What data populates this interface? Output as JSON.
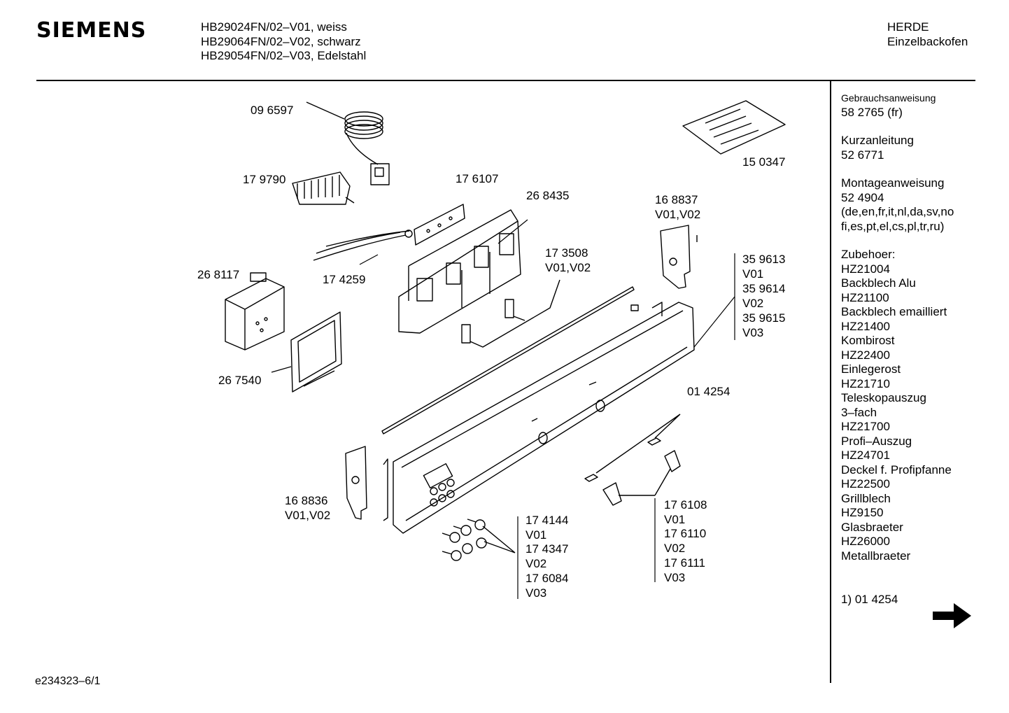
{
  "header": {
    "brand": "SIEMENS",
    "models": [
      "HB29024FN/02–V01, weiss",
      "HB29064FN/02–V02, schwarz",
      "HB29054FN/02–V03, Edelstahl"
    ],
    "category": [
      "HERDE",
      "Einzelbackofen"
    ]
  },
  "sidebar": {
    "manual_label": "Gebrauchsanweisung",
    "manual_number": "58 2765 (fr)",
    "short_label": "Kurzanleitung",
    "short_number": "52 6771",
    "mount_label": "Montageanweisung",
    "mount_number": "52 4904",
    "mount_langs_1": "(de,en,fr,it,nl,da,sv,no",
    "mount_langs_2": "fi,es,pt,el,cs,pl,tr,ru)",
    "accessories_label": "Zubehoer:",
    "accessories": [
      {
        "code": "HZ21004",
        "name": "Backblech Alu"
      },
      {
        "code": "HZ21100",
        "name": "Backblech emailliert"
      },
      {
        "code": "HZ21400",
        "name": "Kombirost"
      },
      {
        "code": "HZ22400",
        "name": "Einlegerost"
      },
      {
        "code": "HZ21710",
        "name": "Teleskopauszug"
      },
      {
        "code": "3–fach",
        "name": ""
      },
      {
        "code": "HZ21700",
        "name": "Profi–Auszug"
      },
      {
        "code": "HZ24701",
        "name": "Deckel f. Profipfanne"
      },
      {
        "code": "HZ22500",
        "name": "Grillblech"
      },
      {
        "code": "HZ9150",
        "name": "Glasbraeter"
      },
      {
        "code": "HZ26000",
        "name": "Metallbraeter"
      }
    ],
    "footnote": "1) 01 4254"
  },
  "parts": {
    "p096597": "09 6597",
    "p179790": "17 9790",
    "p176107": "17 6107",
    "p268435": "26 8435",
    "p150347": "15 0347",
    "p168837": "16 8837",
    "p168837_v": "V01,V02",
    "p173508": "17 3508",
    "p173508_v": "V01,V02",
    "p174259": "17 4259",
    "p268117": "26 8117",
    "p359613": "35 9613",
    "v01a": "V01",
    "p359614": "35 9614",
    "v02a": "V02",
    "p359615": "35 9615",
    "v03a": "V03",
    "p267540": "26 7540",
    "p014254": "01 4254",
    "p168836": "16 8836",
    "p168836_v": "V01,V02",
    "p176108": "17 6108",
    "v01b": "V01",
    "p176110": "17 6110",
    "v02b": "V02",
    "p176111": "17 6111",
    "v03b": "V03",
    "p174144": "17 4144",
    "v01c": "V01",
    "p174347": "17 4347",
    "v02c": "V02",
    "p176084": "17 6084",
    "v03c": "V03"
  },
  "footer": {
    "doc_id": "e234323–6/1"
  },
  "icons": {
    "next_page": "arrow-right-icon"
  }
}
